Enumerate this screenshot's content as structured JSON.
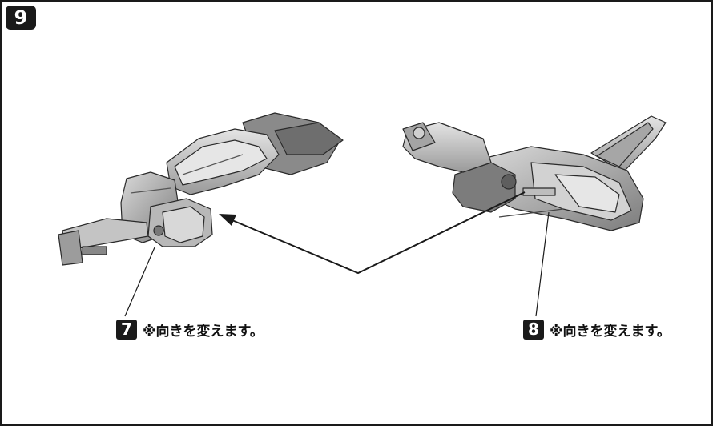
{
  "step": {
    "number": "9"
  },
  "callouts": [
    {
      "number": "7",
      "note": "※向きを変えます。"
    },
    {
      "number": "8",
      "note": "※向きを変えます。"
    }
  ],
  "colors": {
    "border": "#1a1a1a",
    "badge_bg": "#1a1a1a",
    "part_light": "#d6d6d6",
    "part_mid": "#a8a8a8",
    "part_dark": "#6e6e6e",
    "outline": "#2a2a2a"
  }
}
